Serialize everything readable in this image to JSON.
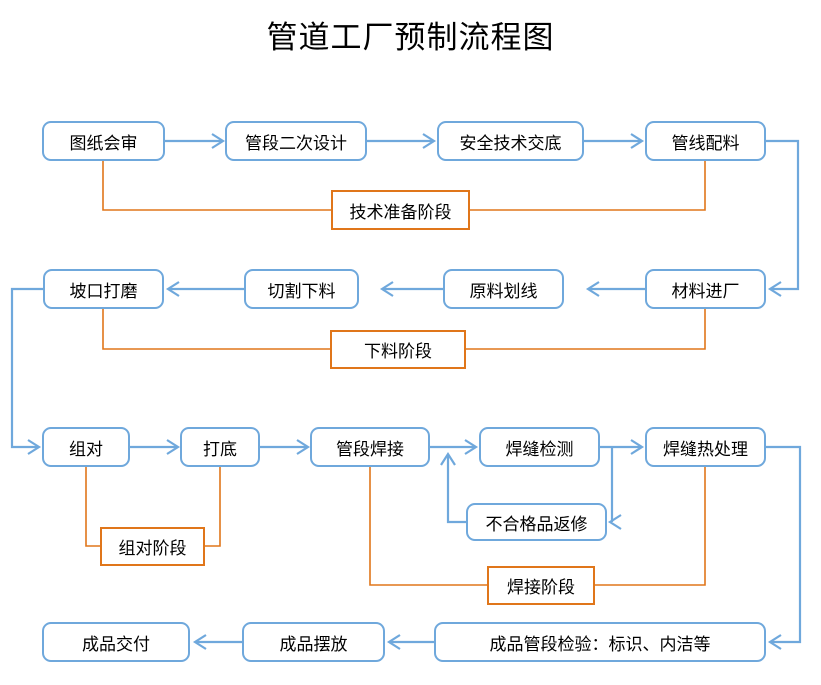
{
  "title": "管道工厂预制流程图",
  "colors": {
    "node_border": "#6fa8dc",
    "stage_border": "#e0761a",
    "connector_blue": "#6fa8dc",
    "connector_orange": "#e0761a",
    "background": "#ffffff",
    "text": "#000000"
  },
  "nodes": {
    "drawing_review": "图纸会审",
    "secondary_design": "管段二次设计",
    "safety_briefing": "安全技术交底",
    "pipeline_batching": "管线配料",
    "material_arrival": "材料进厂",
    "raw_marking": "原料划线",
    "cutting": "切割下料",
    "bevel_grinding": "坡口打磨",
    "assembly": "组对",
    "root_welding": "打底",
    "pipe_welding": "管段焊接",
    "weld_inspection": "焊缝检测",
    "weld_heat_treatment": "焊缝热处理",
    "rework": "不合格品返修",
    "finished_inspection": "成品管段检验：标识、内洁等",
    "finished_placement": "成品摆放",
    "finished_delivery": "成品交付"
  },
  "stages": {
    "technical_preparation": "技术准备阶段",
    "blanking": "下料阶段",
    "assembly_stage": "组对阶段",
    "welding_stage": "焊接阶段"
  },
  "flow": {
    "row1": [
      "图纸会审",
      "管段二次设计",
      "安全技术交底",
      "管线配料"
    ],
    "row2": [
      "材料进厂",
      "原料划线",
      "切割下料",
      "坡口打磨"
    ],
    "row3": [
      "组对",
      "打底",
      "管段焊接",
      "焊缝检测",
      "焊缝热处理"
    ],
    "row4": [
      "成品管段检验：标识、内洁等",
      "成品摆放",
      "成品交付"
    ],
    "loop": [
      "焊缝热处理",
      "不合格品返修",
      "管段焊接"
    ]
  }
}
